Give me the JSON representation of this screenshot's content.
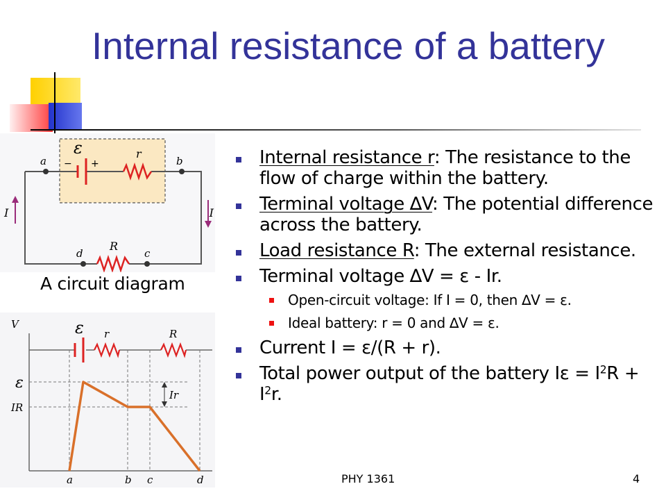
{
  "title": "Internal resistance of a battery",
  "circuit": {
    "emf_symbol": "ε",
    "minus": "−",
    "plus": "+",
    "r": "r",
    "R": "R",
    "a": "a",
    "b": "b",
    "c": "c",
    "d": "d",
    "I_left": "I",
    "I_right": "I"
  },
  "caption": "A circuit diagram",
  "graph": {
    "V": "V",
    "emf": "ε",
    "IR": "IR",
    "r": "r",
    "R": "R",
    "Ir": "Ir",
    "a": "a",
    "b": "b",
    "c": "c",
    "d": "d",
    "line_color": "#d9702a"
  },
  "bullets": {
    "b1_u": "Internal resistance r",
    "b1_rest": ": The resistance to the flow of charge within the battery.",
    "b2_u": "Terminal voltage ∆V",
    "b2_rest": ": The potential difference across the battery.",
    "b3_u": "Load resistance R",
    "b3_rest": ": The external resistance.",
    "b4": "Terminal voltage ∆V = ε - Ir.",
    "b4a": "Open-circuit voltage: If I = 0, then ∆V = ε.",
    "b4b": "Ideal battery: r = 0 and ∆V = ε.",
    "b5": "Current I = ε/(R + r).",
    "b6_a": "Total power output of the battery Iε = I",
    "b6_sup1": "2",
    "b6_b": "R + I",
    "b6_sup2": "2",
    "b6_c": "r."
  },
  "footer": {
    "course": "PHY 1361",
    "page": "4"
  }
}
